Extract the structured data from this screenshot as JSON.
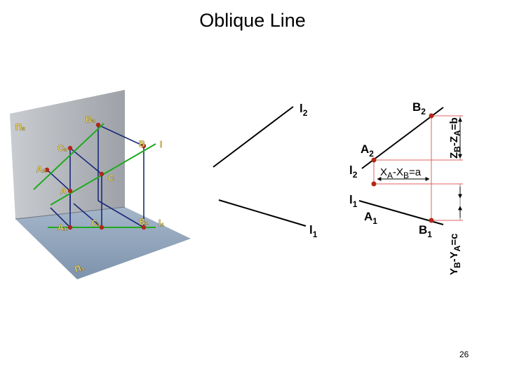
{
  "slide": {
    "title": "Oblique Line",
    "page_number": "26"
  },
  "pictorial": {
    "plane_v": "Π₂",
    "plane_h": "Π₁",
    "B2": "B₂",
    "C2": "C₂",
    "A2": "A₂",
    "B": "B",
    "C": "C",
    "A": "A",
    "l": "l",
    "A1": "A₁",
    "C1": "C₁",
    "B1": "B₁",
    "l1": "l₁"
  },
  "left_projection": {
    "l2": "l",
    "l2_sub": "2",
    "l1": "l",
    "l1_sub": "1"
  },
  "epure": {
    "B2": "B",
    "B2_sub": "2",
    "A2": "A",
    "A2_sub": "2",
    "l2": "l",
    "l2_sub": "2",
    "l1": "l",
    "l1_sub": "1",
    "A1": "A",
    "A1_sub": "1",
    "B1": "B",
    "B1_sub": "1",
    "dx_main1": "X",
    "dx_sub1": "A",
    "dx_main2": "-X",
    "dx_sub2": "B",
    "dx_tail": "=a",
    "dz_main1": "Z",
    "dz_sub1": "B",
    "dz_main2": "-Z",
    "dz_sub2": "A",
    "dz_tail": "=b",
    "dy_main1": "Y",
    "dy_sub1": "B",
    "dy_main2": "-Y",
    "dy_sub2": "A",
    "dy_tail": "=c"
  },
  "colors": {
    "wall": "#a8acb2",
    "floor": "#8fa4bc",
    "green_line": "#1faa1f",
    "blue_projector": "#1a2a7a",
    "point": "#b0281a",
    "construction": "#e06060",
    "black_line": "#000000"
  }
}
